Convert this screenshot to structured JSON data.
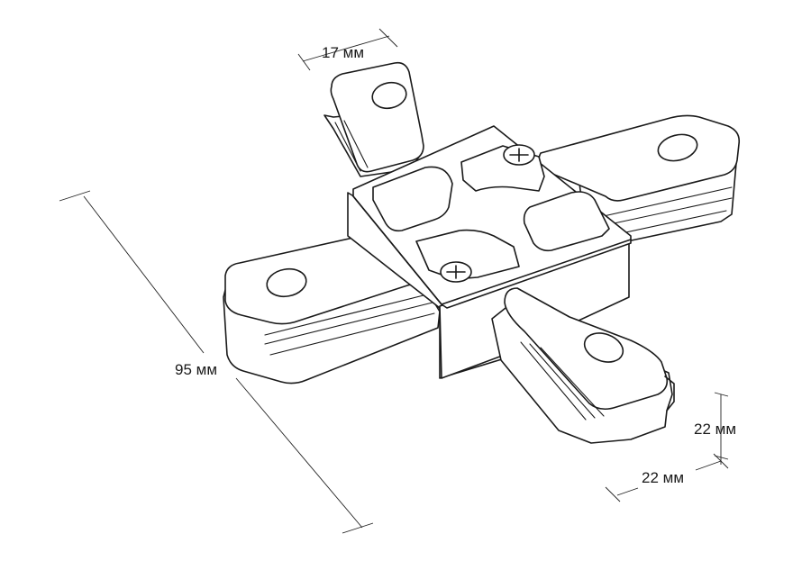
{
  "dimensions": {
    "width_label": "17 мм",
    "length_label": "95 мм",
    "height_label": "22 мм",
    "depth_label": "22 мм"
  },
  "colors": {
    "stroke": "#1a1a1a",
    "background": "#ffffff"
  }
}
